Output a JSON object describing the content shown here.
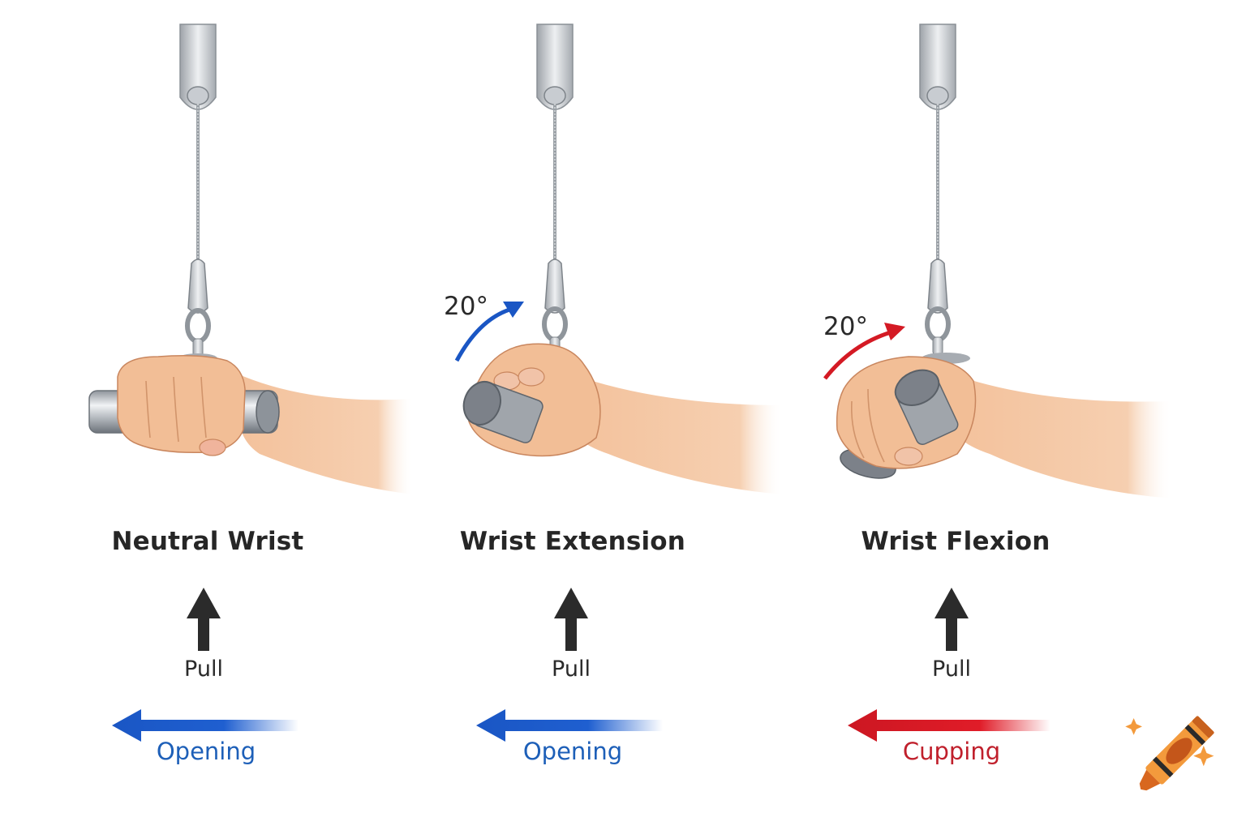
{
  "panels": [
    {
      "id": "neutral",
      "title": "Neutral Wrist",
      "angle": null,
      "pull_label": "Pull",
      "motion_label": "Opening",
      "motion_color": "#1a56c4",
      "motion_label_color": "#1d5fb8"
    },
    {
      "id": "extension",
      "title": "Wrist Extension",
      "angle": "20°",
      "angle_arrow_color": "#1a56c4",
      "pull_label": "Pull",
      "motion_label": "Opening",
      "motion_color": "#1a56c4",
      "motion_label_color": "#1d5fb8"
    },
    {
      "id": "flexion",
      "title": "Wrist Flexion",
      "angle": "20°",
      "angle_arrow_color": "#d41a24",
      "pull_label": "Pull",
      "motion_label": "Cupping",
      "motion_color": "#d41a24",
      "motion_label_color": "#c0202c"
    }
  ],
  "icons": {
    "pull": "arrow-up-icon",
    "motion": "arrow-left-icon",
    "logo": "crayon-icon"
  },
  "colors": {
    "text_dark": "#262626",
    "skin": "#f2be96",
    "skin_shadow": "#d99a72",
    "metal": "#b8bcc2",
    "metal_dark": "#6f747b",
    "crayon": "#f39a3c",
    "crayon_dark": "#c4561a"
  }
}
